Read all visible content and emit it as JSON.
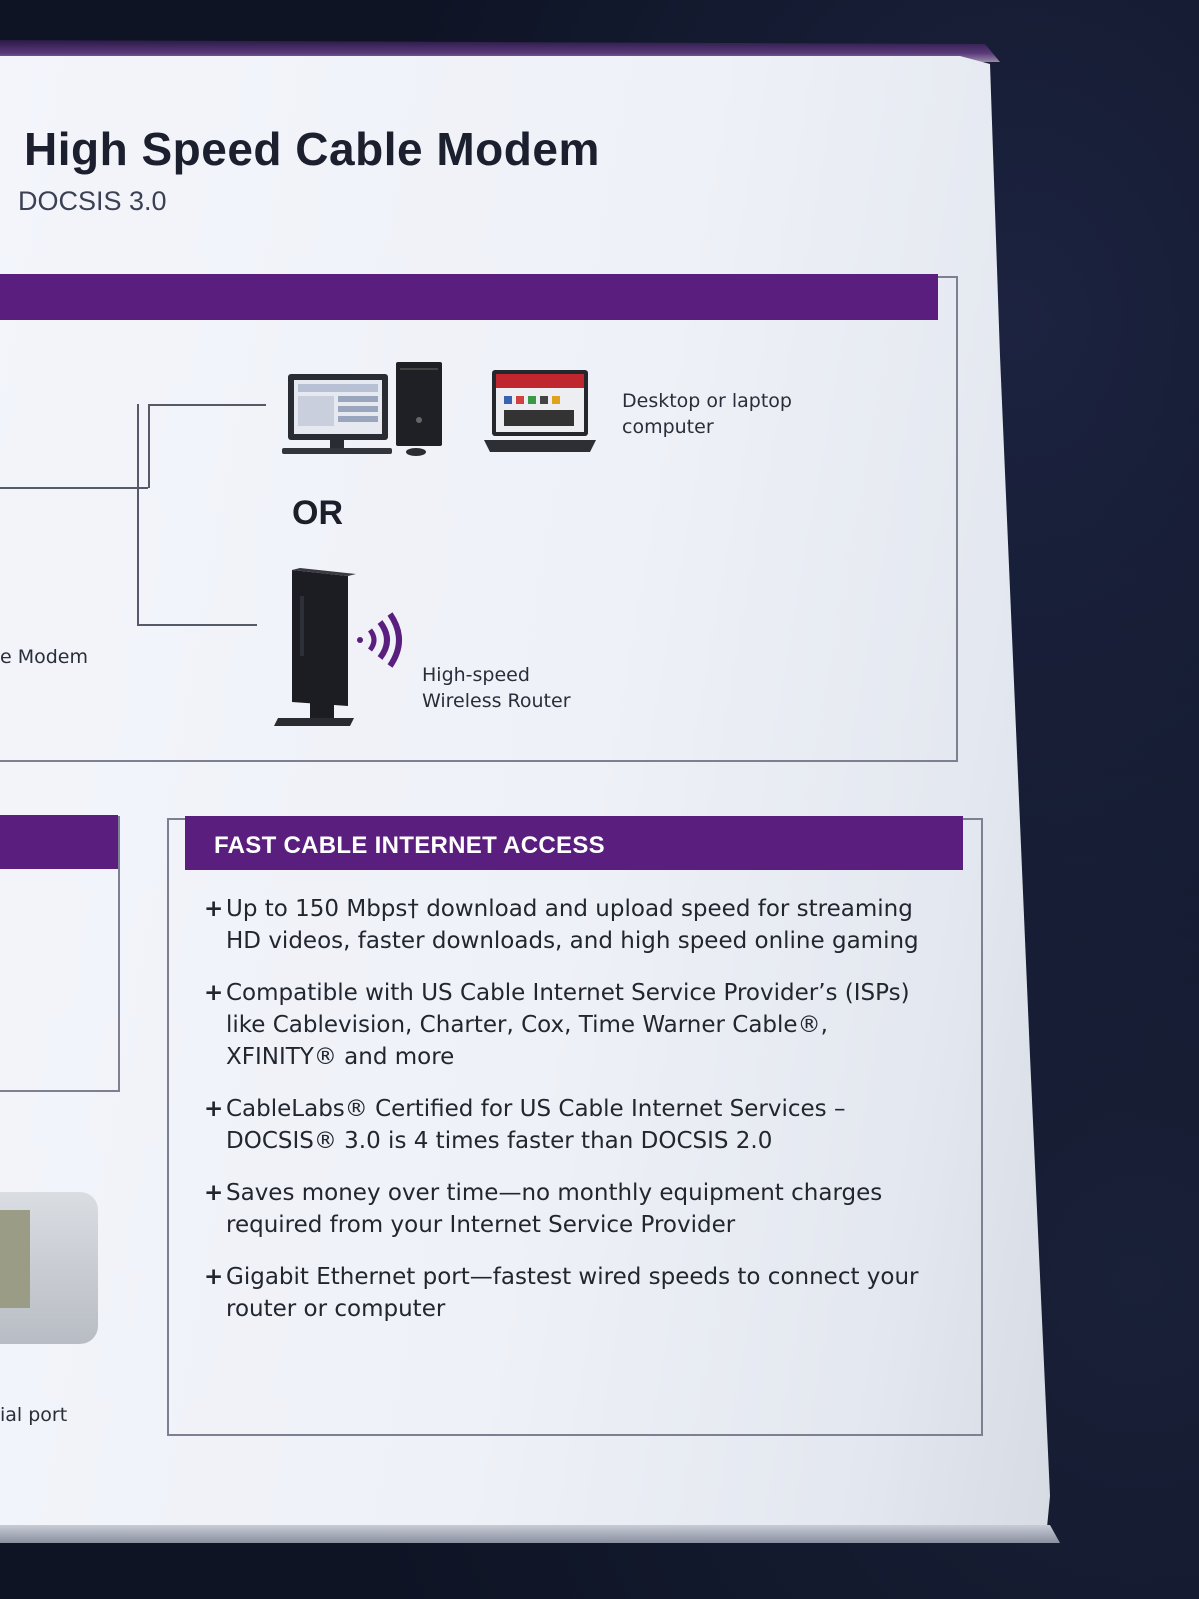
{
  "product": {
    "title": "High Speed Cable Modem",
    "subtitle": "DOCSIS 3.0"
  },
  "diagram": {
    "computer_label_line1": "Desktop or laptop",
    "computer_label_line2": "computer",
    "or_text": "OR",
    "modem_label_fragment": "e Modem",
    "router_label_line1": "High-speed",
    "router_label_line2": "Wireless Router",
    "port_label_fragment": "ial port"
  },
  "features": {
    "heading": "FAST CABLE INTERNET ACCESS",
    "items": [
      {
        "text": "Up to 150 Mbps† download and upload speed for streaming HD videos, faster downloads, and high speed online gaming"
      },
      {
        "text": "Compatible with US Cable Internet Service Provider’s (ISPs) like Cablevision, Charter, Cox, Time Warner Cable®, XFINITY® and more"
      },
      {
        "text": "CableLabs® Certified for US Cable Internet Services – DOCSIS® 3.0 is 4  times faster than DOCSIS 2.0"
      },
      {
        "text": "Saves money over time—no monthly equipment charges required from your Internet Service Provider"
      },
      {
        "text": "Gigabit Ethernet port—fastest wired speeds to connect your router or computer"
      }
    ],
    "bullet": "+"
  },
  "colors": {
    "brand_purple": "#5a1f7e",
    "box_white": "#eef1f7",
    "background_navy": "#0e1424"
  },
  "icons": [
    "desktop-computer-icon",
    "laptop-icon",
    "wireless-router-icon",
    "wifi-signal-icon",
    "cable-modem-photo"
  ]
}
